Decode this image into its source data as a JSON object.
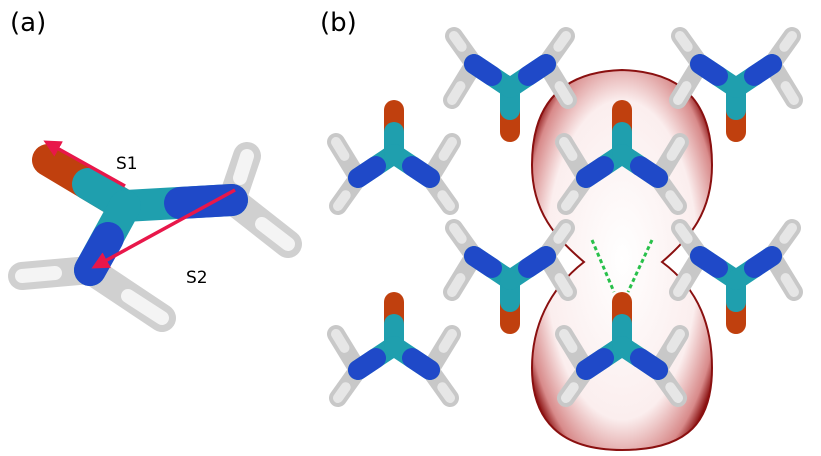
{
  "panels": [
    {
      "label": "(a)"
    },
    {
      "label": "(b)"
    }
  ],
  "vectors": [
    {
      "label": "S1"
    },
    {
      "label": "S2"
    }
  ],
  "colors": {
    "carbon": "#1f9fae",
    "nitrogen": "#1f49c8",
    "oxygen": "#c0400e",
    "hydrogen": "#e6e6e6",
    "arrow": "#e8174a",
    "hbond": "#28c04a",
    "surface_edge": "#8a1010"
  }
}
